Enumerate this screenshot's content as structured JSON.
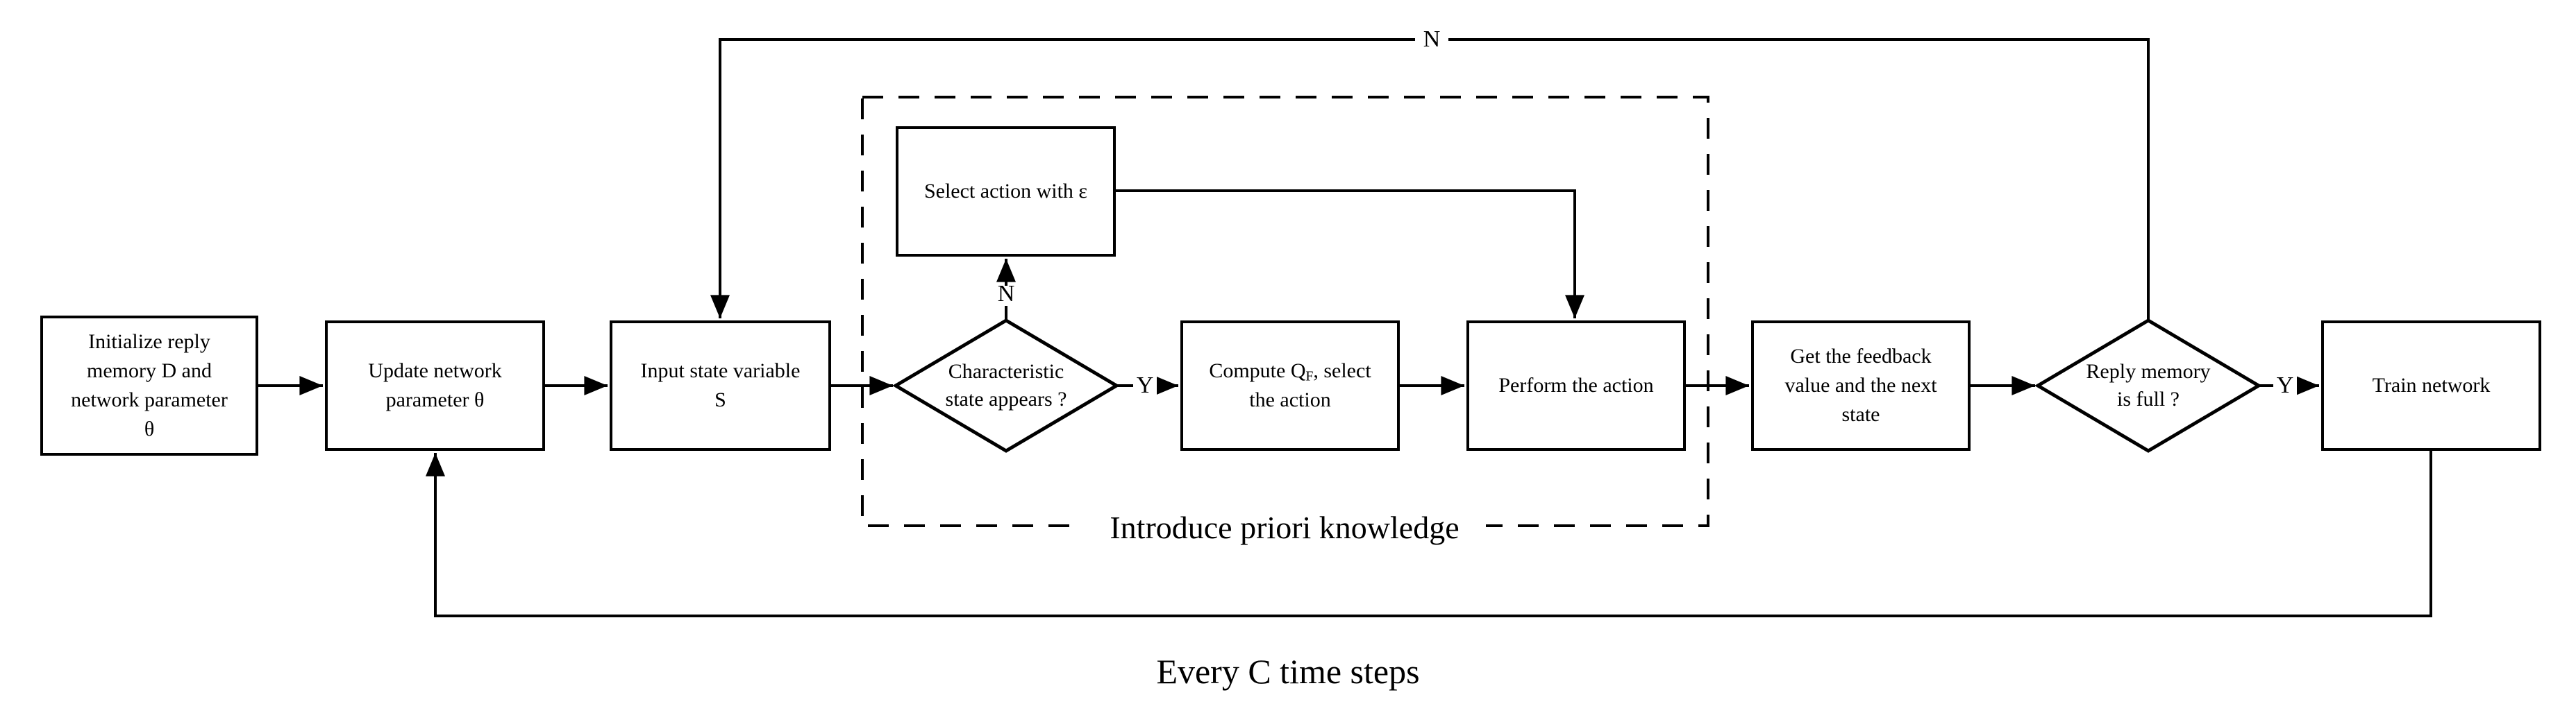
{
  "boxes": {
    "init": {
      "lines": [
        "Initialize reply",
        "memory D and",
        "network parameter",
        "θ"
      ]
    },
    "update": {
      "lines": [
        "Update network",
        "parameter  θ"
      ]
    },
    "input": {
      "lines": [
        "Input state variable",
        "S"
      ]
    },
    "select_eps": {
      "lines": [
        "Select action with ε"
      ]
    },
    "compute": {
      "line1_prefix": "Compute Q",
      "line1_sub": "F",
      "line1_suffix": ", select",
      "line2": "the action"
    },
    "perform": {
      "lines": [
        "Perform the action"
      ]
    },
    "feedback": {
      "lines": [
        "Get the feedback",
        "value and the next",
        "state"
      ]
    },
    "train": {
      "lines": [
        "Train network"
      ]
    }
  },
  "diamonds": {
    "characteristic": {
      "lines": [
        "Characteristic",
        "state appears ?"
      ]
    },
    "memory_full": {
      "lines": [
        "Reply memory",
        "is full ?"
      ]
    }
  },
  "edge_labels": {
    "char_yes": "Y",
    "char_no": "N",
    "memory_yes": "Y",
    "memory_no": "N"
  },
  "captions": {
    "dashed_region": "Introduce priori knowledge",
    "loop": "Every C time steps"
  },
  "colors": {
    "line": "#000000",
    "background": "#ffffff"
  }
}
